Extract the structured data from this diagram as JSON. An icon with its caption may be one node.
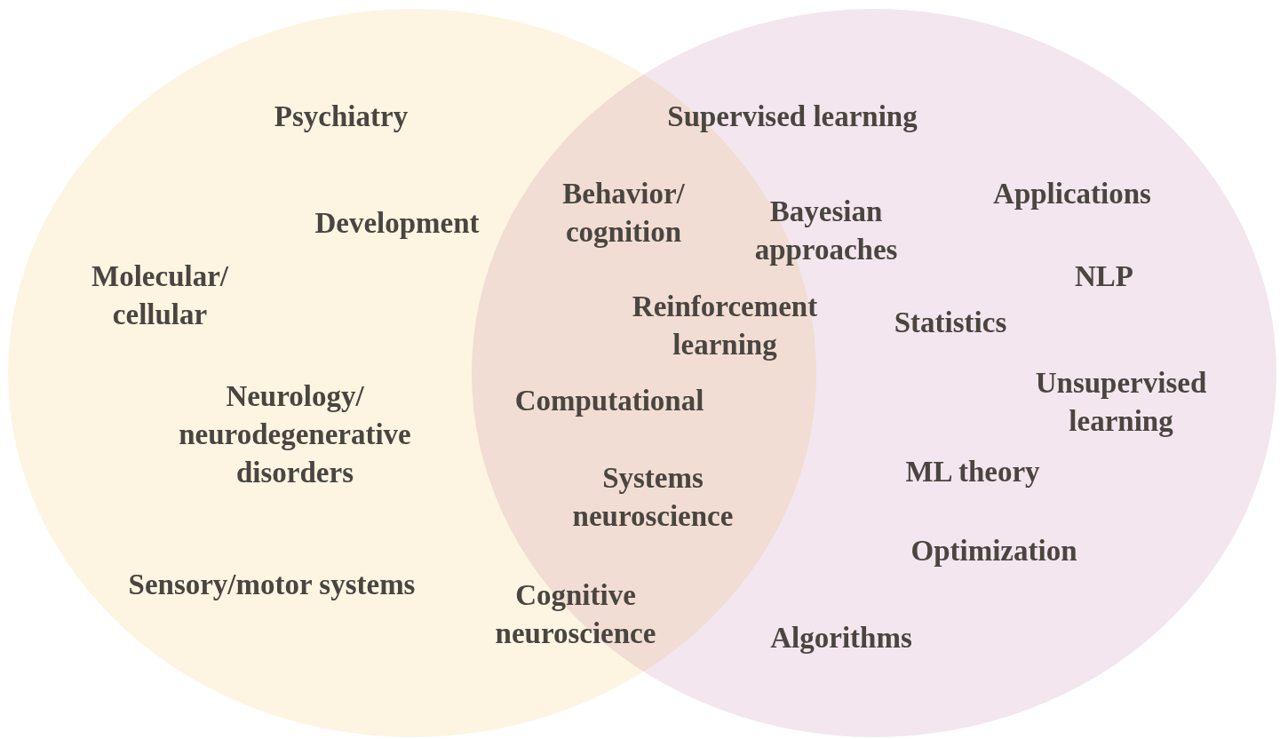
{
  "diagram": {
    "nodes": [
      {
        "text": [],
        "shape": "circle"
      },
      {
        "text": [],
        "shape": "circle"
      }
    ],
    "labels": [
      "Psychiatry",
      "Supervised learning",
      "Behavior/ cognition",
      "Bayesian approaches",
      "Applications",
      "Development",
      "Molecular/ cellular",
      "NLP",
      "Reinforcement learning",
      "Statistics",
      "Neurology/ neurodegenerative disorders",
      "Unsupervised learning",
      "Computational",
      "ML theory",
      "Systems neuroscience",
      "Optimization",
      "Sensory/motor systems",
      "Cognitive neuroscience",
      "Algorithms"
    ]
  }
}
